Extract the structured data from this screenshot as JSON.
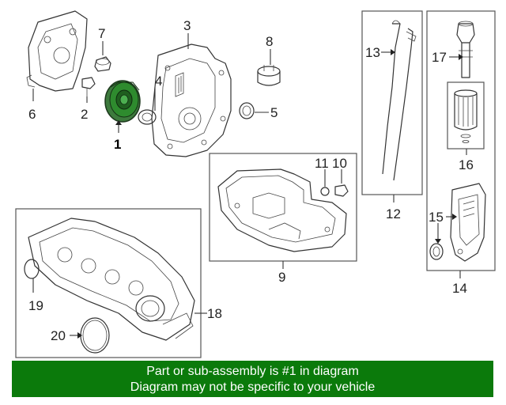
{
  "labels": {
    "p1": "1",
    "p2": "2",
    "p3": "3",
    "p4": "4",
    "p5": "5",
    "p6": "6",
    "p7": "7",
    "p8": "8",
    "p9": "9",
    "p10": "10",
    "p11": "11",
    "p12": "12",
    "p13": "13",
    "p14": "14",
    "p15": "15",
    "p16": "16",
    "p17": "17",
    "p18": "18",
    "p19": "19",
    "p20": "20"
  },
  "highlight_color": "#1f8f1f",
  "banner": {
    "line1": "Part or sub-assembly is #1 in diagram",
    "line2": "Diagram may not be specific to your vehicle",
    "color": "#0b7a0b"
  }
}
